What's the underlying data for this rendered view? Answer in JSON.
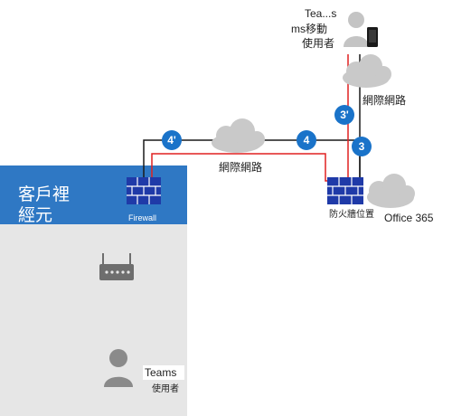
{
  "colors": {
    "customer_header": "#2f78c4",
    "customer_body": "#e6e6e6",
    "badge": "#1a73c9",
    "link_red": "#e02020",
    "link_dark": "#1a1a1a",
    "firewall": "#1f3aa8",
    "cloud": "#c9c9c9",
    "person": "#8a8a8a",
    "router": "#6e6e6e"
  },
  "customer": {
    "title_line1": "客戶裡",
    "title_line2": "經元",
    "firewall_label": "Firewall"
  },
  "clouds": {
    "internet_middle": "網際網路",
    "internet_top": "網際網路"
  },
  "remote_firewall_label": "防火牆位置",
  "office365_label": "Office 365",
  "mobile_user": {
    "line1": "Tea...s",
    "line2": "ms移動",
    "line3": "使用者"
  },
  "teams_user": {
    "line1": "Teams",
    "line2": "使用者"
  },
  "badges": {
    "b4prime": "4'",
    "b4": "4",
    "b3prime": "3'",
    "b3": "3"
  }
}
